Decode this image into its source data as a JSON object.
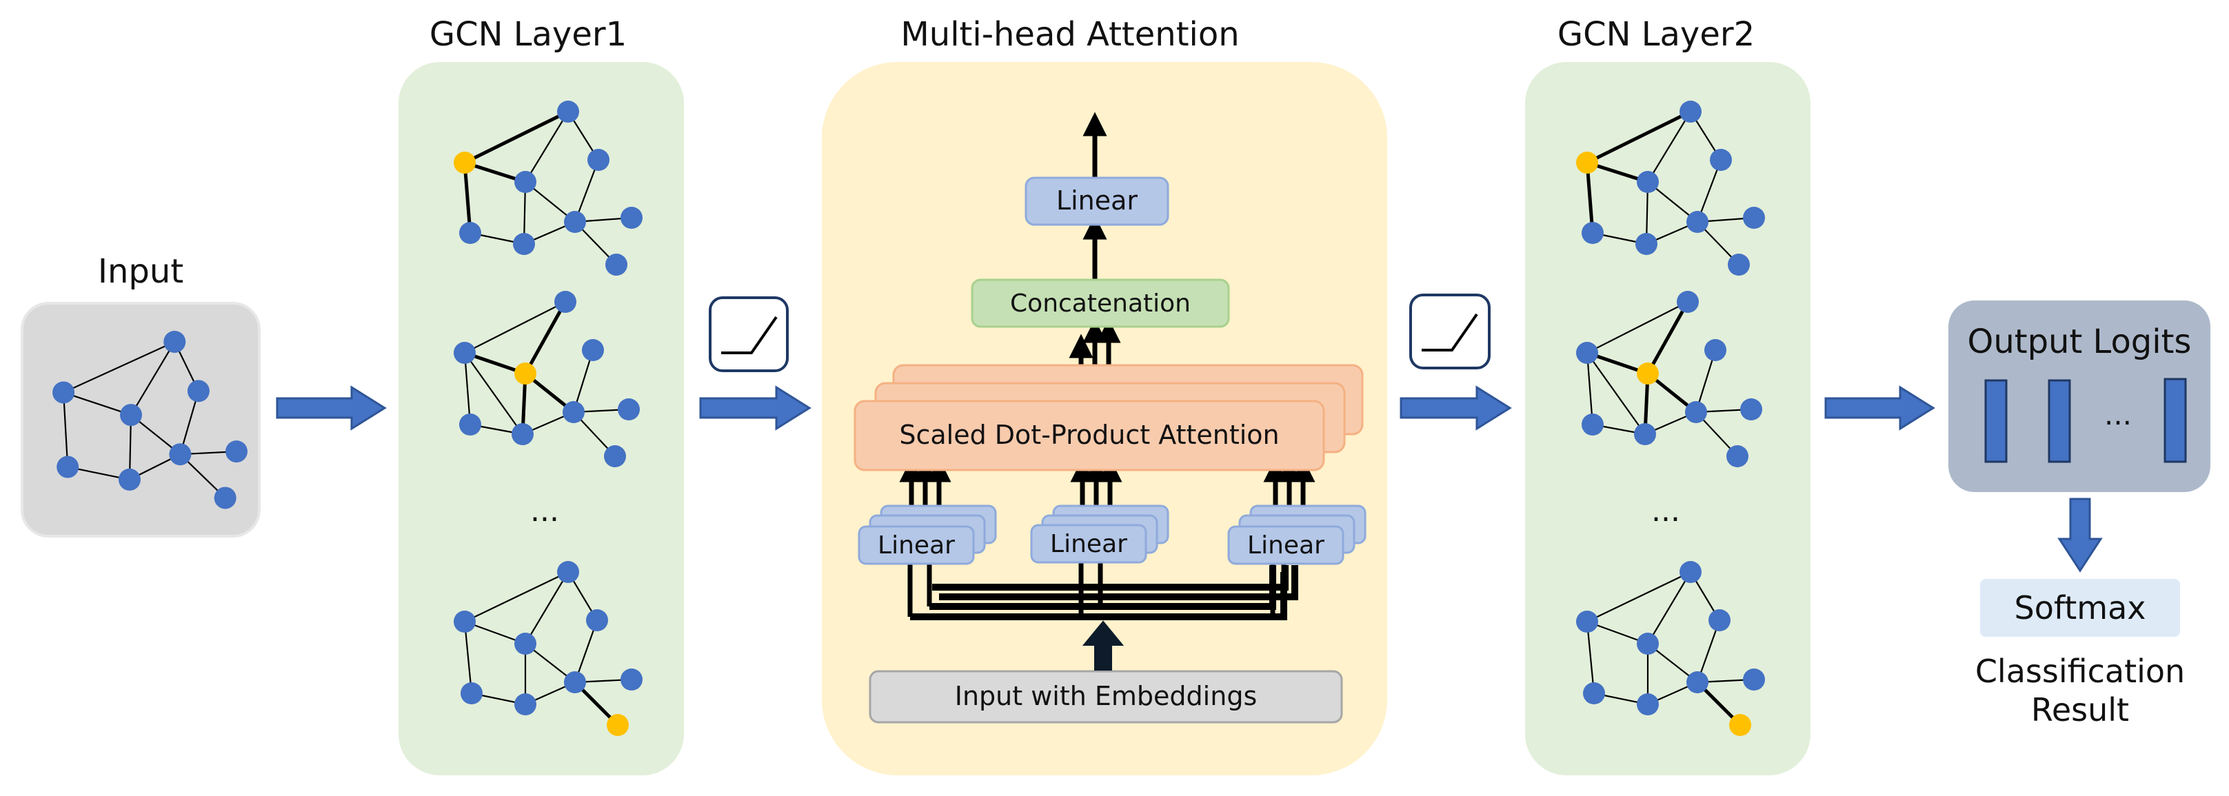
{
  "labels": {
    "input_title": "Input",
    "gcn1_title": "GCN Layer1",
    "mha_title": "Multi-head Attention",
    "gcn2_title": "GCN Layer2",
    "output_logits": "Output Logits",
    "logits_ellipsis": "...",
    "softmax": "Softmax",
    "classification_line1": "Classification",
    "classification_line2": "Result",
    "ellipsis": "..."
  },
  "mha": {
    "linear_top": "Linear",
    "concatenation": "Concatenation",
    "sdpa": "Scaled Dot-Product Attention",
    "linear_q": "Linear",
    "linear_k": "Linear",
    "linear_v": "Linear",
    "input_embeddings": "Input with Embeddings"
  },
  "colors": {
    "node": "#4472C4",
    "highlight_node": "#FFC000",
    "gcn_panel": "#E2EFDA",
    "mha_panel": "#FFF2CC",
    "input_panel": "#D9D9D9",
    "output_panel": "#ADB9CA",
    "linear_box": "#B4C7E7",
    "concat_box": "#C5E0B4",
    "sdpa_box": "#F8CBAD",
    "embed_box": "#D9D9D9",
    "softmax_box": "#DEEBF7",
    "arrow": "#4472C4"
  },
  "icons": [
    "relu-activation-icon",
    "relu-activation-icon"
  ]
}
